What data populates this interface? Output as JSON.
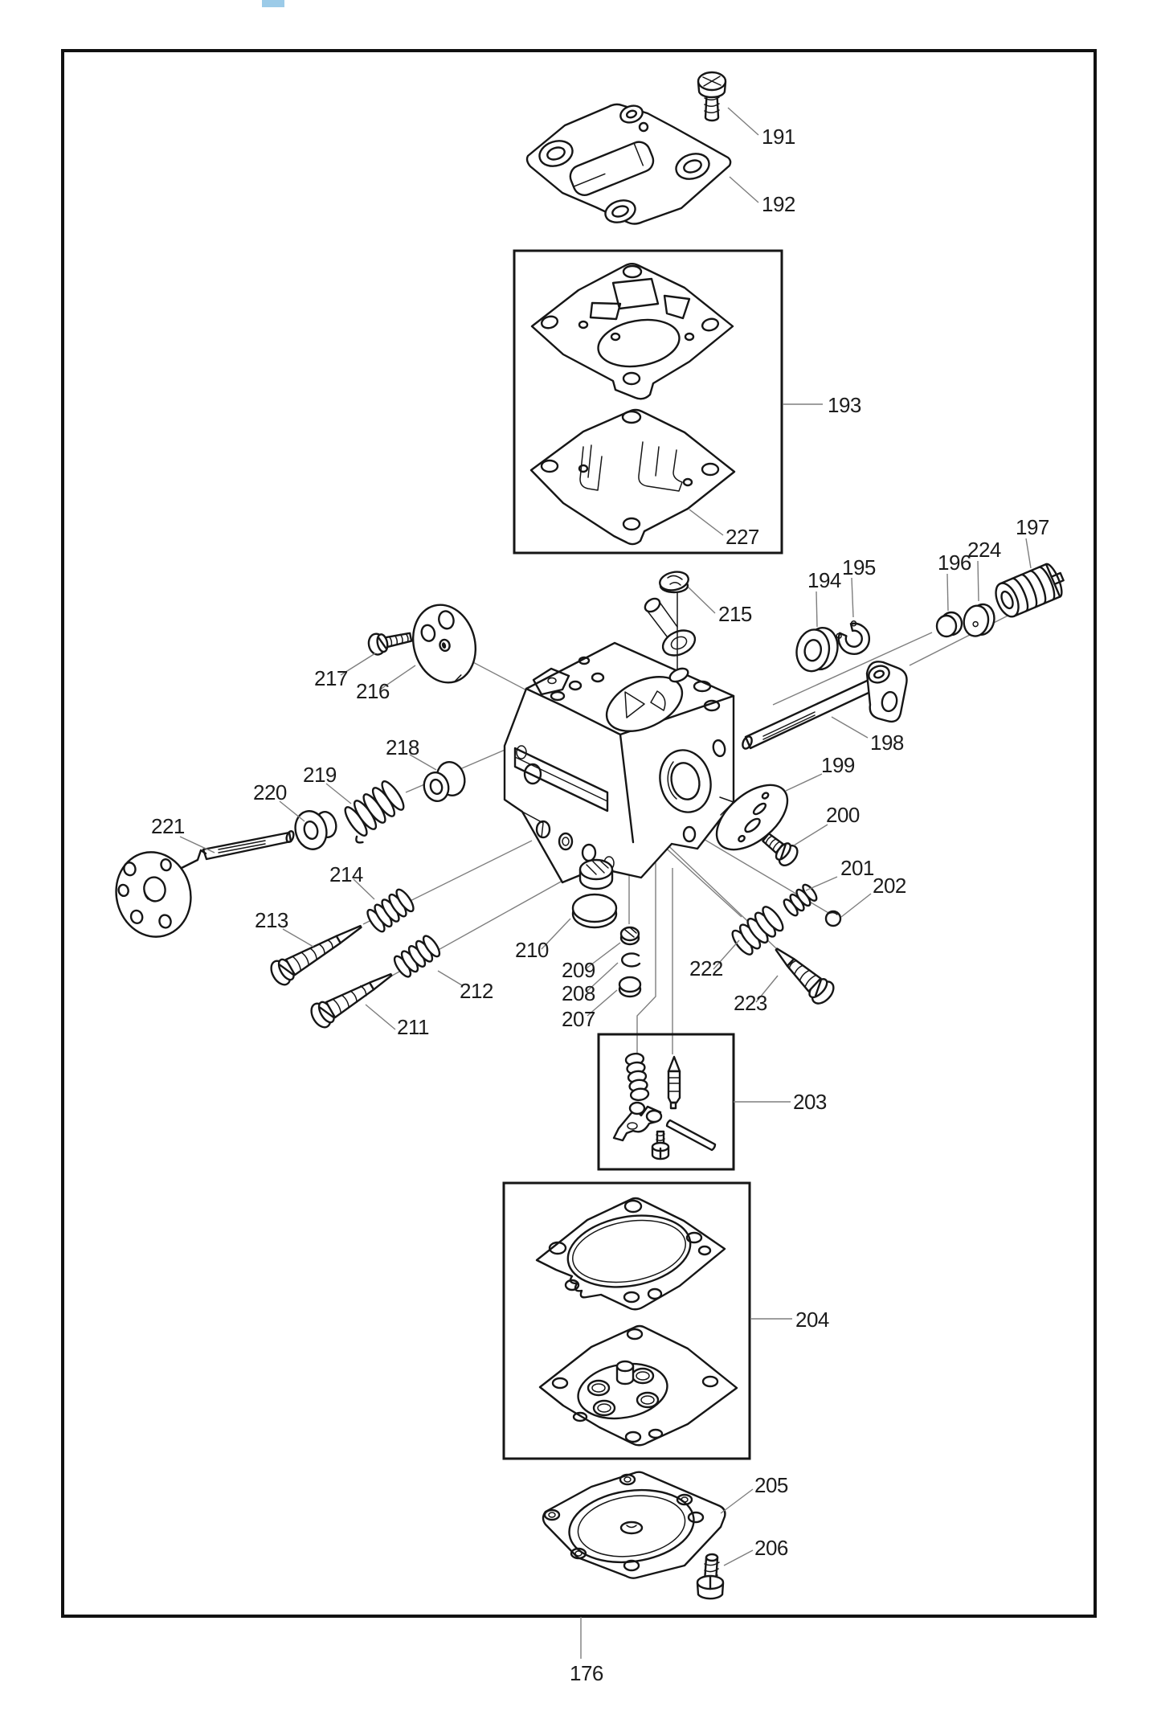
{
  "colors": {
    "background": "#ffffff",
    "ink": "#161616",
    "leader_line": "#7e7e7e",
    "frame": "#111111",
    "accent_mark": "#9ccbe8"
  },
  "labels": {
    "p176": "176",
    "p191": "191",
    "p192": "192",
    "p193": "193",
    "p194": "194",
    "p195": "195",
    "p196": "196",
    "p197": "197",
    "p198": "198",
    "p199": "199",
    "p200": "200",
    "p201": "201",
    "p202": "202",
    "p203": "203",
    "p204": "204",
    "p205": "205",
    "p206": "206",
    "p207": "207",
    "p208": "208",
    "p209": "209",
    "p210": "210",
    "p211": "211",
    "p212": "212",
    "p213": "213",
    "p214": "214",
    "p215": "215",
    "p216": "216",
    "p217": "217",
    "p218": "218",
    "p219": "219",
    "p220": "220",
    "p221": "221",
    "p222": "222",
    "p223": "223",
    "p224": "224",
    "p227": "227"
  }
}
